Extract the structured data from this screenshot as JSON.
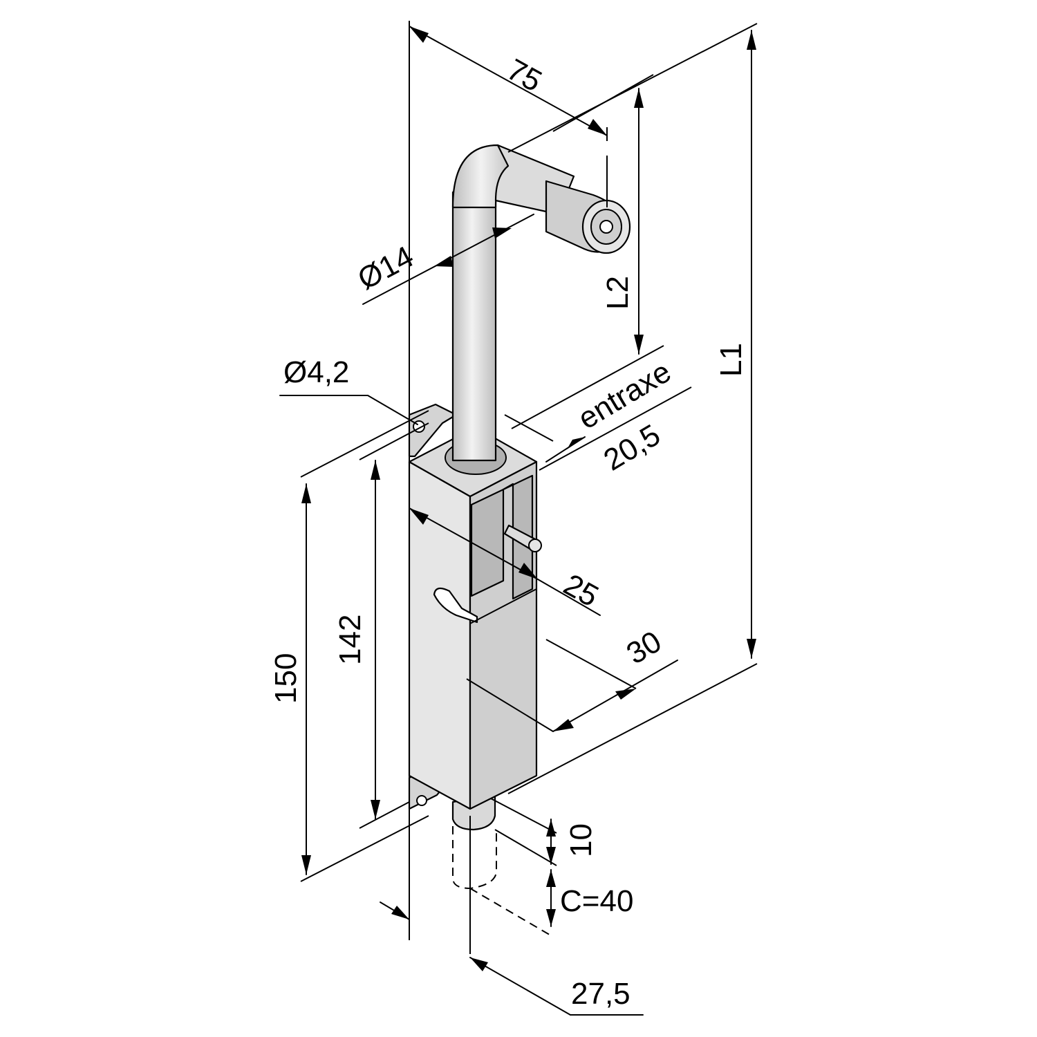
{
  "drawing": {
    "type": "technical-dimension-drawing",
    "subject": "padlock-bolt-with-key-lock",
    "colors": {
      "line": "#000000",
      "fill_light": "#e6e6e6",
      "fill_mid": "#cfcfcf",
      "fill_dark": "#b5b5b5",
      "background": "#ffffff"
    },
    "dimensions": {
      "d75": "75",
      "d14": "Ø14",
      "l2": "L2",
      "l1": "L1",
      "d42": "Ø4,2",
      "entraxe": "entraxe",
      "d205": "20,5",
      "d25": "25",
      "d30": "30",
      "d150": "150",
      "d142": "142",
      "d10": "10",
      "c40": "C=40",
      "d275": "27,5"
    }
  }
}
